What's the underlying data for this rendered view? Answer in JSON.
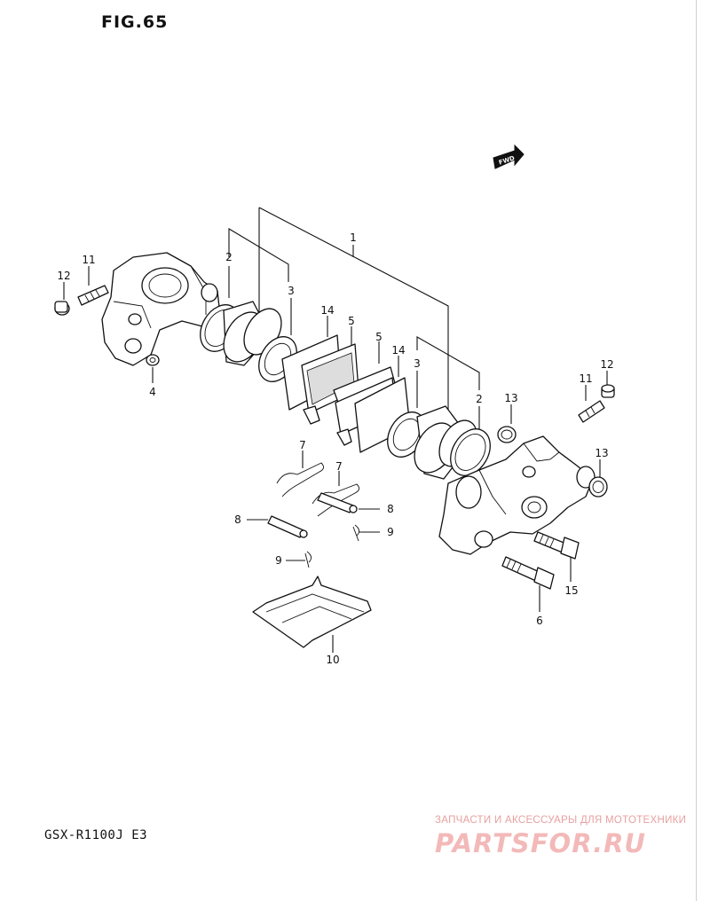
{
  "figure": {
    "title": "FIG.65"
  },
  "model": {
    "code": "GSX-R1100J E3"
  },
  "fwd_arrow": {
    "label": "FWD",
    "icon": "forward-arrow-icon"
  },
  "callouts": {
    "c1": "1",
    "c2_left": "2",
    "c2_right": "2",
    "c3_left": "3",
    "c3_right": "3",
    "c4": "4",
    "c5_left": "5",
    "c5_right": "5",
    "c6": "6",
    "c7_left": "7",
    "c7_right": "7",
    "c8_left": "8",
    "c8_right": "8",
    "c9_left": "9",
    "c9_right": "9",
    "c10": "10",
    "c11_left": "11",
    "c11_right": "11",
    "c12_left": "12",
    "c12_right": "12",
    "c13_upper": "13",
    "c13_right": "13",
    "c14_left": "14",
    "c14_right": "14",
    "c15": "15"
  },
  "watermark": {
    "subtitle": "ЗАПЧАСТИ И АКСЕССУАРЫ ДЛЯ МОТОТЕХНИКИ",
    "brand": "PARTSFOR.RU"
  }
}
